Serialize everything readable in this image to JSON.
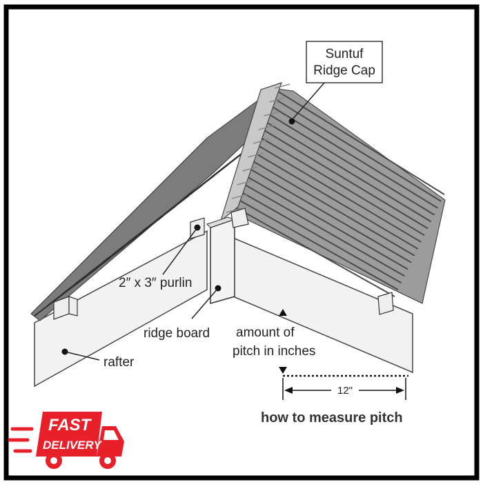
{
  "labels": {
    "ridge_cap_line1": "Suntuf",
    "ridge_cap_line2": "Ridge Cap",
    "purlin": "2″ x 3″ purlin",
    "ridge_board": "ridge board",
    "rafter": "rafter",
    "pitch_line1": "amount of",
    "pitch_line2": "pitch in inches",
    "run": "12\"",
    "caption": "how to measure pitch"
  },
  "badge": {
    "line1": "FAST",
    "line2": "DELIVERY",
    "icon": "delivery-truck-icon"
  },
  "colors": {
    "frame": "#000000",
    "badge_red": "#e8202a",
    "panel_dark": "#6e6e6e",
    "panel_mid": "#9a9a9a",
    "panel_light": "#c4c4c4",
    "wood": "#f2f2f2"
  }
}
